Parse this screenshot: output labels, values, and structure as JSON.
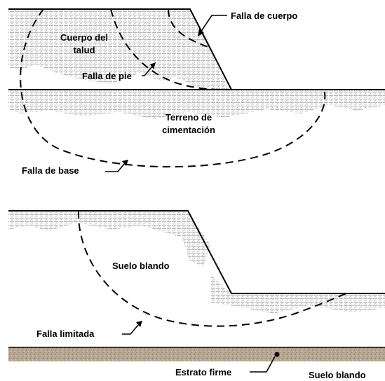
{
  "top_diagram": {
    "labels": {
      "body_failure": "Falla de cuerpo",
      "slope_body_line1": "Cuerpo del",
      "slope_body_line2": "talud",
      "toe_failure": "Falla de pie",
      "foundation_line1": "Terreno de",
      "foundation_line2": "cimentación",
      "base_failure": "Falla de base"
    }
  },
  "bottom_diagram": {
    "labels": {
      "soft_soil_upper": "Suelo blando",
      "limited_failure": "Falla limitada",
      "firm_stratum": "Estrato firme",
      "soft_soil_lower": "Suelo blando"
    }
  },
  "colors": {
    "line": "#000000",
    "hatch": "#9a9a9a",
    "firm_stratum": "#b8a893"
  }
}
